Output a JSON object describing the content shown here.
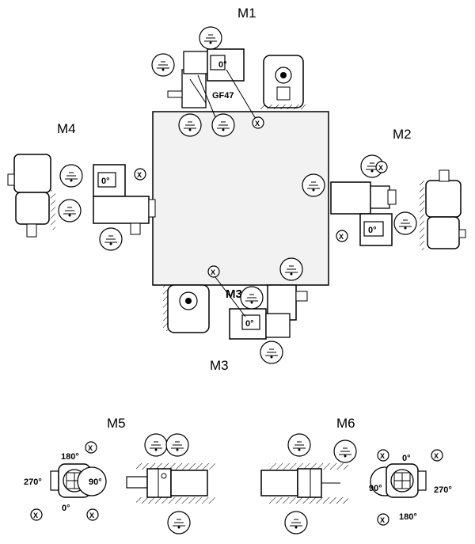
{
  "positions": {
    "m1": "M1",
    "m2": "M2",
    "m3": "M3",
    "m4": "M4",
    "m5": "M5",
    "m6": "M6",
    "m3_inner": "M3"
  },
  "model": "GF47",
  "angles": {
    "zero": "0°",
    "ninety": "90°",
    "one_eighty": "180°",
    "two_seventy": "270°"
  },
  "markers": {
    "x": "X"
  }
}
